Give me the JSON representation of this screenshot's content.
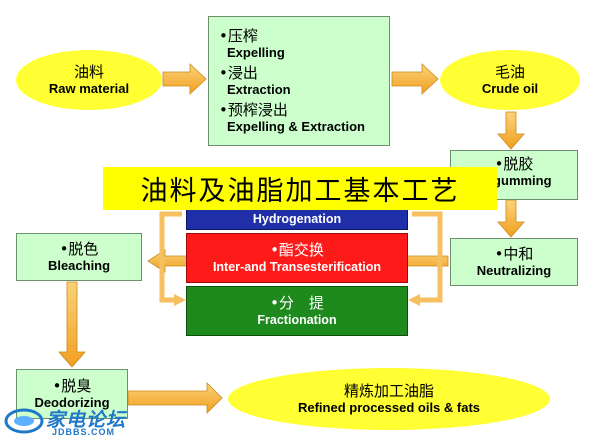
{
  "diagram": {
    "title": "油料及油脂加工基本工艺",
    "nodes": {
      "raw_material": {
        "zh": "油料",
        "en": "Raw material"
      },
      "expelling_box": {
        "items": [
          {
            "zh": "•压榨",
            "en": "Expelling"
          },
          {
            "zh": "•浸出",
            "en": "Extraction"
          },
          {
            "zh": "•预榨浸出",
            "en": "Expelling & Extraction"
          }
        ]
      },
      "crude_oil": {
        "zh": "毛油",
        "en": "Crude oil"
      },
      "degumming": {
        "zh": "•脱胶",
        "en": "Degumming"
      },
      "neutralizing": {
        "zh": "•中和",
        "en": "Neutralizing"
      },
      "bleaching": {
        "zh": "•脱色",
        "en": "Bleaching"
      },
      "deodorizing": {
        "zh": "•脱臭",
        "en": "Deodorizing"
      },
      "refined": {
        "zh": "精炼加工油脂",
        "en": "Refined processed oils & fats"
      },
      "hydrogenation": {
        "en": "Hydrogenation"
      },
      "interesterification": {
        "zh": "•酯交换",
        "en": "Inter-and Transesterification"
      },
      "fractionation": {
        "zh": "•分　提",
        "en": "Fractionation"
      }
    },
    "colors": {
      "ellipse_fill": "#ffff33",
      "box_fill": "#ccffcc",
      "arrow_fill": "#f8b840",
      "hydrogenation_fill": "#1e2fa8",
      "interesterification_fill": "#ff1a1a",
      "fractionation_fill": "#1e8a1e",
      "title_band": "#ffff00"
    }
  },
  "watermark": {
    "name": "家电论坛",
    "site": "JDBBS.COM"
  }
}
